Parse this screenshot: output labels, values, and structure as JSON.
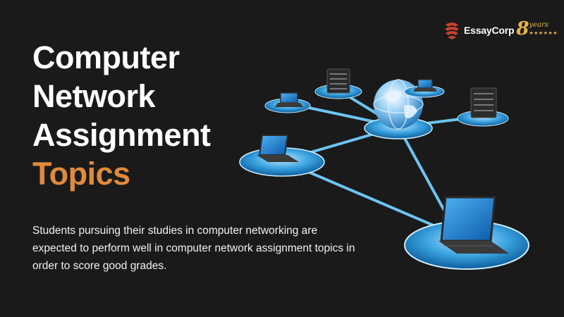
{
  "logo": {
    "name": "EssayCorp",
    "anniversary_number": "8",
    "anniversary_text": "years",
    "stars": "★★★★★★"
  },
  "headline": {
    "line1": "Computer",
    "line2": "Network",
    "line3": "Assignment",
    "line4": "Topics"
  },
  "description": "Students pursuing their studies in computer networking are expected to perform well in computer network assignment topics in order to score good grades.",
  "colors": {
    "background": "#1a1a1a",
    "headline": "#ffffff",
    "accent": "#e08a3c",
    "network_blue": "#3aa3e0",
    "logo_gold": "#e7b447",
    "logo_red": "#c8412e"
  },
  "illustration": {
    "hub": "globe-icon",
    "nodes": [
      "server-icon",
      "laptop-icon",
      "laptop-icon",
      "server-icon",
      "laptop-icon",
      "laptop-icon"
    ]
  }
}
